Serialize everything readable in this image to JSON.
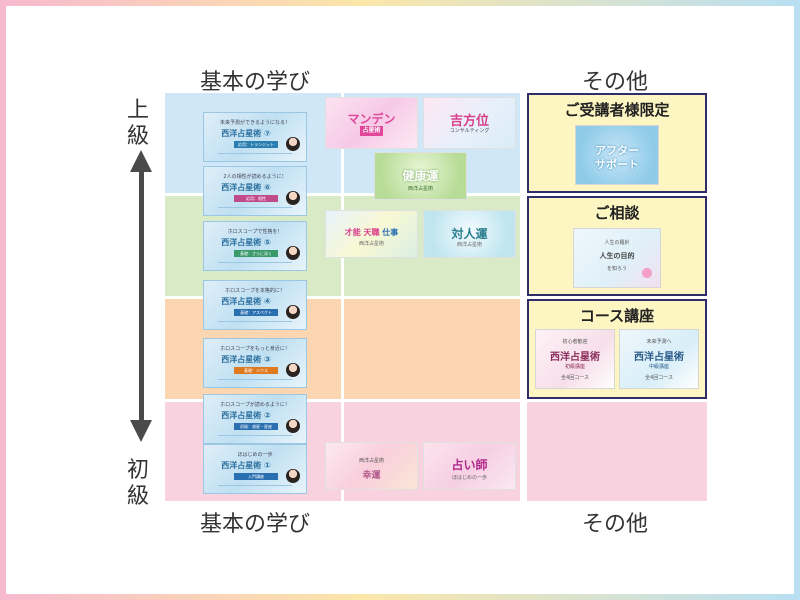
{
  "headers": {
    "basic_top": "基本の学び",
    "other_top": "その他",
    "basic_bottom": "基本の学び",
    "other_bottom": "その他"
  },
  "axis": {
    "top": [
      "上",
      "級"
    ],
    "bottom": [
      "初",
      "級"
    ]
  },
  "bands": [
    {
      "color": "#cfe7f7"
    },
    {
      "color": "#d8ebc6"
    },
    {
      "color": "#fbd6b0"
    },
    {
      "color": "#f9d2e0"
    }
  ],
  "cards": [
    {
      "sub": "未来予測ができるようになる！",
      "title": "西洋占星術 ⑦",
      "badge": "応用：トランジット",
      "badge_color": "#2a7fb0"
    },
    {
      "sub": "2人の相性が読めるように！",
      "title": "西洋占星術 ⑥",
      "badge": "応用：相性",
      "badge_color": "#c04a8a"
    },
    {
      "sub": "ホロスコープで性格を！",
      "title": "西洋占星術 ⑤",
      "badge": "基礎：さらに深く",
      "badge_color": "#3a9a6a"
    },
    {
      "sub": "ホロスコープを本格的に！",
      "title": "西洋占星術 ④",
      "badge": "基礎：アスペクト",
      "badge_color": "#2a6fb0"
    },
    {
      "sub": "ホロスコープをもっと身近に！",
      "title": "西洋占星術 ③",
      "badge": "基礎：ハウス",
      "badge_color": "#e07a20"
    },
    {
      "sub": "ホロスコープが読めるように！",
      "title": "西洋占星術 ②",
      "badge": "初級：惑星・星座",
      "badge_color": "#2a6fb0"
    },
    {
      "sub": "ほはじめの一歩",
      "title": "西洋占星術 ①",
      "badge": "入門講座",
      "badge_color": "#2a6fb0"
    }
  ],
  "thumbs": {
    "mandane_title": "マンデン",
    "mandane_badge": "占星術",
    "kihou_title": "吉方位",
    "kihou_sub": "コンサルティング",
    "kenko_title": "健康運",
    "kenko_sub": "西洋占星術",
    "sainou_line1": "才能",
    "sainou_line2": "天職",
    "sainou_line3": "仕事",
    "sainou_foot": "西洋占星術",
    "taijin_title": "対人運",
    "taijin_sub": "西洋占星術",
    "koun_sub": "西洋占星術",
    "koun_title": "幸運",
    "uranaishi_title": "占い師",
    "uranaishi_sub": "ほはじめの一歩"
  },
  "right": {
    "limited_title": "ご受講者様限定",
    "after_line1": "アフター",
    "after_line2": "サポート",
    "consult_title": "ご相談",
    "consult_line1": "人生の羅針",
    "consult_line2": "人生の目的",
    "consult_line3": "を知ろう",
    "course_title": "コース講座",
    "course1_sub": "初心者歓迎",
    "course1_main": "西洋占星術",
    "course1_detail": "初級講座",
    "course1_foot": "全4回コース",
    "course2_sub": "未来予測へ",
    "course2_main": "西洋占星術",
    "course2_detail": "中級講座",
    "course2_foot": "全4回コース"
  }
}
